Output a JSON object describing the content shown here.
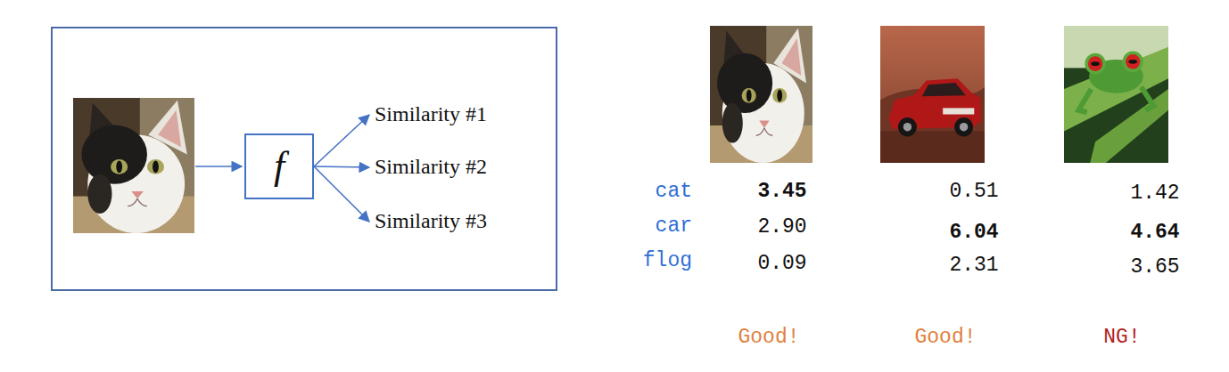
{
  "diagram": {
    "nodes": [
      {
        "text": [
          "f"
        ]
      },
      {
        "text": [
          "Similarity #1"
        ]
      },
      {
        "text": [
          "Similarity #2"
        ]
      },
      {
        "text": [
          "Similarity #3"
        ]
      }
    ],
    "edges": [
      {
        "from": 0,
        "to": 1,
        "arrow": "to"
      },
      {
        "from": 0,
        "to": 2,
        "arrow": "to"
      },
      {
        "from": 0,
        "to": 3,
        "arrow": "to"
      }
    ],
    "labels": [
      "cat",
      "3.45",
      "0.51",
      "1.42",
      "car",
      "2.90",
      "6.04",
      "4.64",
      "flog",
      "0.09",
      "2.31",
      "3.65",
      "Good!",
      "Good!",
      "NG!"
    ]
  }
}
